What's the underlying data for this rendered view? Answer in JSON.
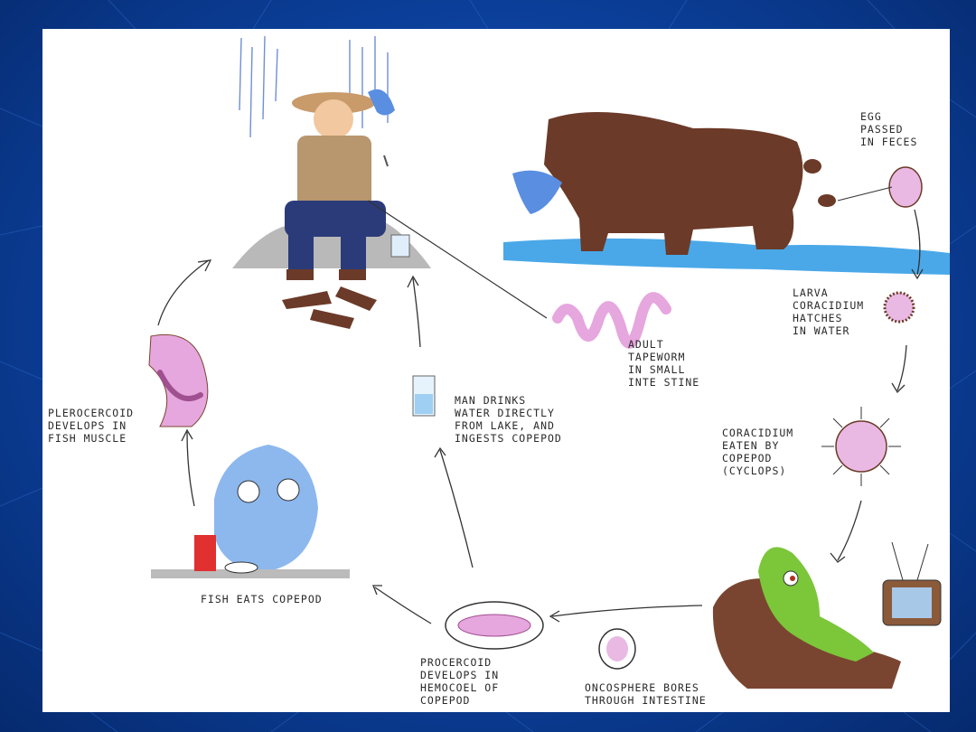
{
  "labels": {
    "egg": [
      "EGG",
      "PASSED",
      "IN FECES"
    ],
    "larva": [
      "LARVA",
      "CORACIDIUM",
      "HATCHES",
      "IN WATER"
    ],
    "adult": [
      "ADULT",
      "TAPEWORM",
      "IN SMALL",
      "INTE STINE"
    ],
    "coracidium": [
      "CORACIDIUM",
      "EATEN BY",
      "COPEPOD",
      "(CYCLOPS)"
    ],
    "man_drinks": [
      "MAN DRINKS",
      "WATER DIRECTLY",
      "FROM LAKE, AND",
      "INGESTS COPEPOD"
    ],
    "plerocercoid": [
      "PLEROCERCOID",
      "DEVELOPS IN",
      "FISH MUSCLE"
    ],
    "fish_eats": [
      "FISH EATS COPEPOD"
    ],
    "procercoid": [
      "PROCERCOID",
      "DEVELOPS IN",
      "HEMOCOEL OF",
      "COPEPOD"
    ],
    "oncosphere": [
      "ONCOSPHERE BORES",
      "THROUGH INTESTINE"
    ]
  },
  "colors": {
    "frame_blue": "#0b3f9a",
    "panel": "#ffffff",
    "bear_brown": "#6b3a28",
    "water_blue": "#4aa8e8",
    "worm_pink": "#e6a6de",
    "copepod_green": "#7cc63a",
    "fish_blue": "#8cb8ee"
  }
}
